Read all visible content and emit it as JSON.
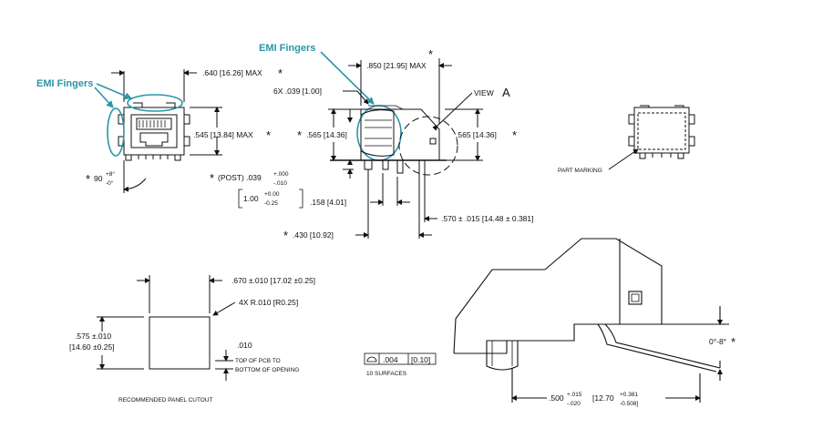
{
  "callouts": {
    "emi_left": "EMI Fingers",
    "emi_top": "EMI Fingers"
  },
  "colors": {
    "callout": "#2a96a8",
    "line": "#111111"
  },
  "front_view": {
    "width_dim": ".640 [16.26] MAX",
    "width_star": "*",
    "height_dim": ".545 [13.84] MAX",
    "height_star": "*",
    "angle_star": "*",
    "angle": "90",
    "angle_sup": "+8°",
    "angle_sub": "-0°"
  },
  "side_view": {
    "top_star": "*",
    "depth_dim": ".850 [21.95] MAX",
    "fingers_dim": "6X .039 [1.00]",
    "view_label": "VIEW",
    "view_letter": "A",
    "height_left_star": "*",
    "height_left": ".565 [14.36]",
    "height_right": ".565 [14.36]",
    "height_right_star": "*",
    "post_star": "*",
    "post_label": "(POST) .039",
    "post_tol_plus": "+.000",
    "post_tol_minus": "-.010",
    "post_metric": "1.00",
    "post_metric_plus": "+0.00",
    "post_metric_minus": "-0.25",
    "pin_pitch": ".158 [4.01]",
    "post_pos": ".570 ± .015 [14.48 ± 0.381]",
    "overall_star": "*",
    "overall": ".430 [10.92]"
  },
  "top_view": {
    "marking_label": "PART MARKING"
  },
  "panel_cutout": {
    "width": ".670 ±.010 [17.02 ±0.25]",
    "radius": "4X R.010 [R0.25]",
    "height_in": ".575 ±.010",
    "height_mm": "[14.60 ±0.25]",
    "offset": ".010",
    "offset_note_1": "TOP OF PCB TO",
    "offset_note_2": "BOTTOM OF OPENING",
    "caption": "RECOMMENDED PANEL CUTOUT"
  },
  "detail_view": {
    "angle": "0°-8°",
    "angle_star": "*",
    "tolerance_value": ".004",
    "tolerance_metric": "[0.10]",
    "surfaces": "10 SURFACES",
    "offset_in": ".500",
    "offset_in_plus": "+.015",
    "offset_in_minus": "-.020",
    "offset_mm": "[12.70",
    "offset_mm_plus": "+0.381",
    "offset_mm_minus": "-0.508]"
  }
}
